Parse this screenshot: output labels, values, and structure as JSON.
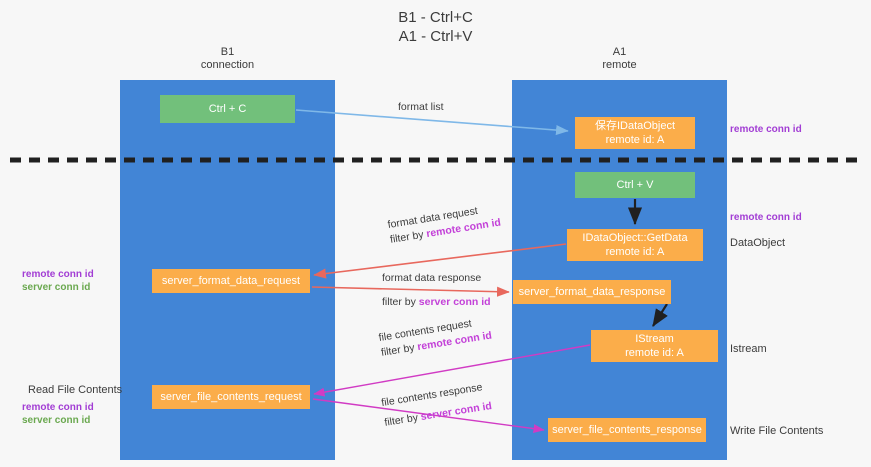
{
  "title": {
    "line1": "B1 - Ctrl+C",
    "line2": "A1 - Ctrl+V"
  },
  "lanes": [
    {
      "id": "b1",
      "name": "B1",
      "role": "connection"
    },
    {
      "id": "a1",
      "name": "A1",
      "role": "remote"
    }
  ],
  "nodes": {
    "ctrl_c": {
      "line1": "Ctrl + C",
      "line2": "",
      "color": "#72c07b"
    },
    "data_object": {
      "line1": "保存IDataObject",
      "line2": "remote id: A",
      "color": "#fbad4a"
    },
    "ctrl_v": {
      "line1": "Ctrl + V",
      "line2": "",
      "color": "#72c07b"
    },
    "get_data": {
      "line1": "IDataObject::GetData",
      "line2": "remote id: A",
      "color": "#fbad4a"
    },
    "server_format_data_request": {
      "line1": "server_format_data_request",
      "line2": "",
      "color": "#fbad4a"
    },
    "server_format_data_response": {
      "line1": "server_format_data_response",
      "line2": "",
      "color": "#fbad4a"
    },
    "istream": {
      "line1": "IStream",
      "line2": "remote id: A",
      "color": "#fbad4a"
    },
    "server_file_contents_request": {
      "line1": "server_file_contents_request",
      "line2": "",
      "color": "#fbad4a"
    },
    "server_file_contents_response": {
      "line1": "server_file_contents_response",
      "line2": "",
      "color": "#fbad4a"
    }
  },
  "edges": {
    "format_list": {
      "label": "format list",
      "filter_prefix": "",
      "filter_key": ""
    },
    "format_data_request": {
      "label": "format data request",
      "filter_prefix": "filter by ",
      "filter_key": "remote conn id"
    },
    "format_data_response": {
      "label": "format data response",
      "filter_prefix": "filter by ",
      "filter_key": "server conn id"
    },
    "file_contents_request": {
      "label": "file contents request",
      "filter_prefix": "filter by ",
      "filter_key": "remote conn id"
    },
    "file_contents_response": {
      "label": "file contents response",
      "filter_prefix": "filter by ",
      "filter_key": "server conn id"
    }
  },
  "side_labels": {
    "data_object": "DataObject",
    "istream": "Istream",
    "write_file_contents": "Write File Contents",
    "read_file_contents": "Read File Contents"
  },
  "conn_tags": {
    "remote": "remote conn id",
    "server": "server conn id"
  },
  "colors": {
    "lane": "#4285d6",
    "green_node": "#72c07b",
    "orange_node": "#fbad4a",
    "remote_tag": "#a23dd4",
    "server_tag": "#6aa84f",
    "highlight": "#c341d8",
    "arrow_blue": "#7fb8e8",
    "arrow_red": "#e8685d",
    "arrow_magenta": "#d13bc4",
    "arrow_black": "#202020",
    "divider": "#202020",
    "background": "#f7f7f7"
  }
}
